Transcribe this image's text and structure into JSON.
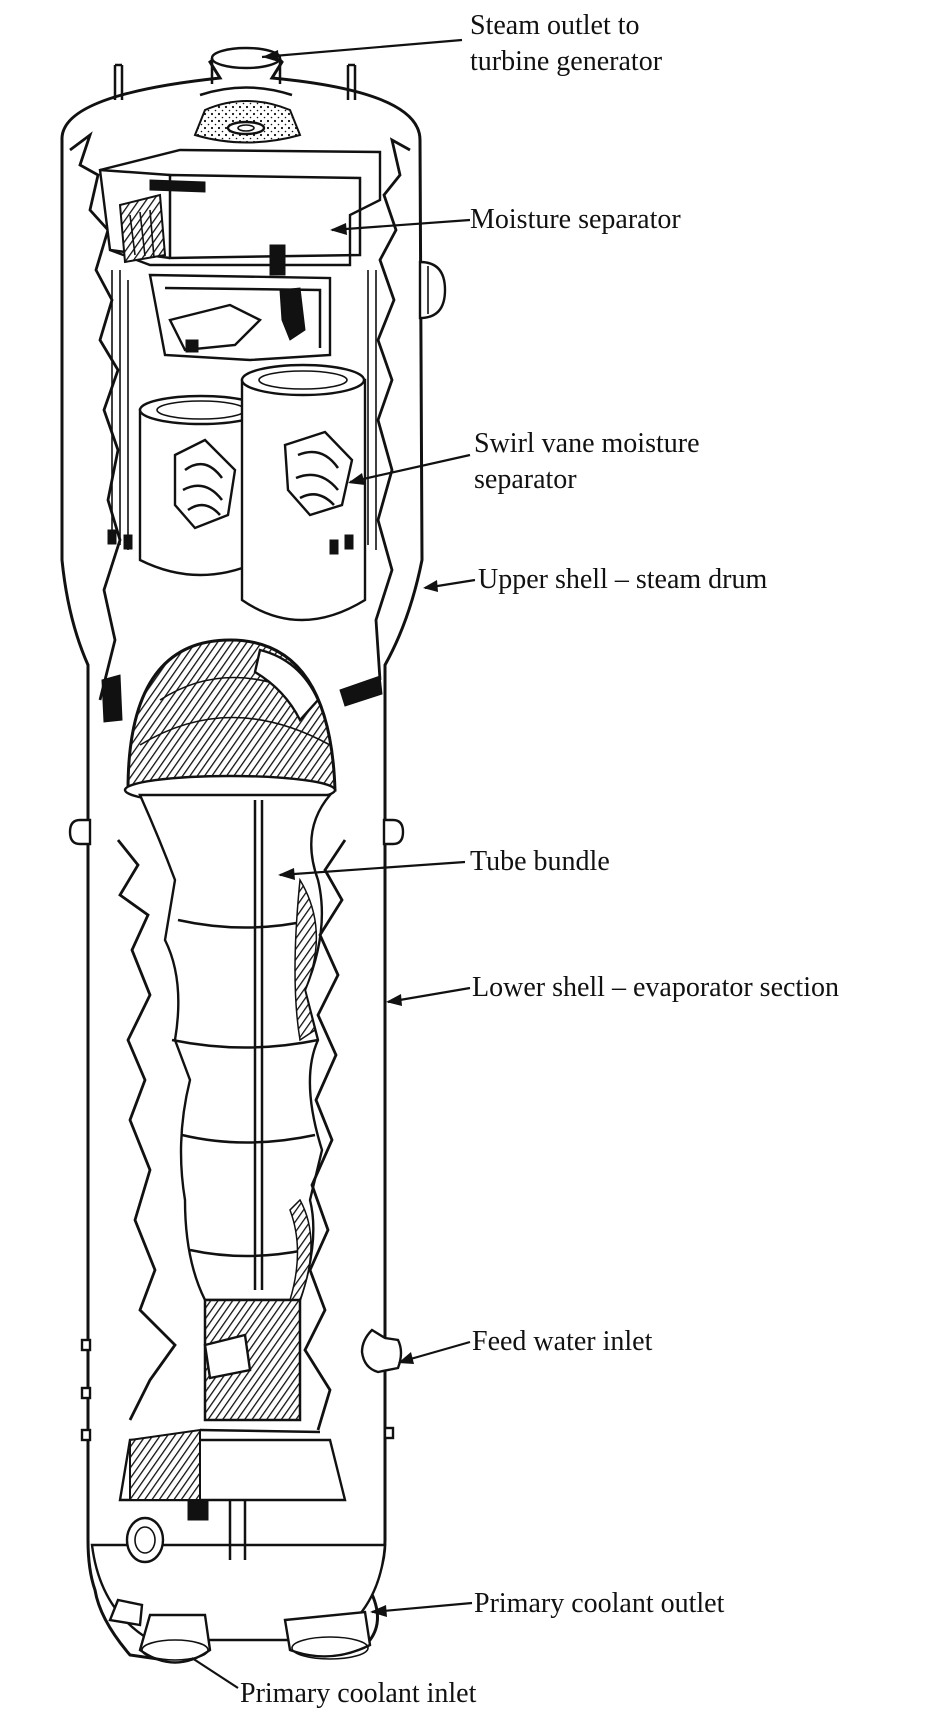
{
  "colors": {
    "ink": "#111111",
    "paper": "#ffffff"
  },
  "labels": {
    "steam_outlet_line1": "Steam outlet to",
    "steam_outlet_line2": "turbine generator",
    "moisture_separator": "Moisture separator",
    "swirl_vane_line1": "Swirl vane moisture",
    "swirl_vane_line2": "separator",
    "upper_shell": "Upper shell – steam drum",
    "tube_bundle": "Tube bundle",
    "lower_shell": "Lower shell – evaporator section",
    "feed_water_inlet": "Feed water inlet",
    "primary_coolant_outlet": "Primary coolant outlet",
    "primary_coolant_inlet": "Primary coolant inlet"
  }
}
